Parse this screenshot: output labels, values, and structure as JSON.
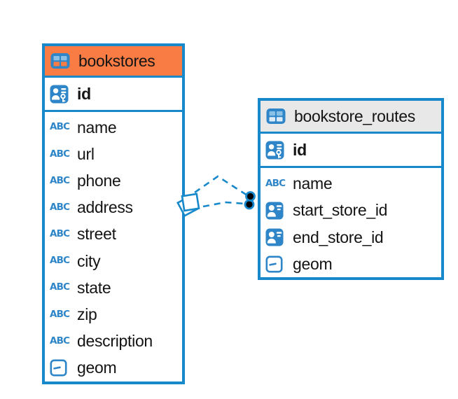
{
  "colors": {
    "accent_blue": "#1789CB",
    "icon_blue": "#2E86C8",
    "icon_blue_light": "#8BC0E6",
    "selected_header_orange": "#F87C44",
    "header_gray": "#E9E8E8",
    "text": "#141414",
    "endpoint_dot_black": "#000000"
  },
  "icons": {
    "text_type_label": "ABC"
  },
  "diagram": {
    "tables": [
      {
        "name": "bookstores",
        "selected": true,
        "primary_key": {
          "name": "id",
          "type_icon": "primary-key-icon"
        },
        "columns": [
          {
            "name": "name",
            "type_icon": "text-icon"
          },
          {
            "name": "url",
            "type_icon": "text-icon"
          },
          {
            "name": "phone",
            "type_icon": "text-icon"
          },
          {
            "name": "address",
            "type_icon": "text-icon"
          },
          {
            "name": "street",
            "type_icon": "text-icon"
          },
          {
            "name": "city",
            "type_icon": "text-icon"
          },
          {
            "name": "state",
            "type_icon": "text-icon"
          },
          {
            "name": "zip",
            "type_icon": "text-icon"
          },
          {
            "name": "description",
            "type_icon": "text-icon"
          },
          {
            "name": "geom",
            "type_icon": "geometry-icon"
          }
        ]
      },
      {
        "name": "bookstore_routes",
        "selected": false,
        "primary_key": {
          "name": "id",
          "type_icon": "primary-key-icon"
        },
        "columns": [
          {
            "name": "name",
            "type_icon": "text-icon"
          },
          {
            "name": "start_store_id",
            "type_icon": "reference-icon"
          },
          {
            "name": "end_store_id",
            "type_icon": "reference-icon"
          },
          {
            "name": "geom",
            "type_icon": "geometry-icon"
          }
        ]
      }
    ],
    "relationships": [
      {
        "from_table": "bookstores",
        "to_table": "bookstore_routes",
        "line_style": "dashed",
        "source_marker": "diamond",
        "target_marker": "dot"
      },
      {
        "from_table": "bookstores",
        "to_table": "bookstore_routes",
        "line_style": "dashed",
        "source_marker": "diamond",
        "target_marker": "dot"
      }
    ]
  }
}
